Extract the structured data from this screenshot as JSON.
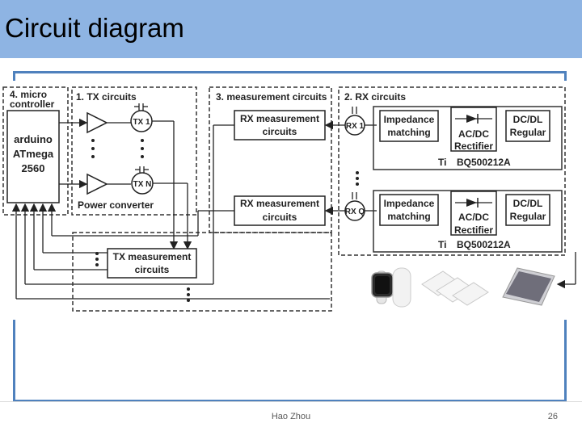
{
  "slide": {
    "title": "Circuit diagram",
    "author": "Hao Zhou",
    "page_number": "26",
    "accent_color": "#8EB4E3",
    "frame_color": "#4F81BD"
  },
  "diagram": {
    "micro": {
      "heading_1": "4. micro",
      "heading_2": "controller",
      "chip_1": "arduino",
      "chip_2": "ATmega",
      "chip_3": "2560"
    },
    "tx": {
      "heading": "1. TX circuits",
      "coil_1": "TX 1",
      "coil_n": "TX N",
      "power_converter": "Power converter"
    },
    "measurement": {
      "heading": "3. measurement circuits",
      "rx_meas_1a": "RX measurement",
      "rx_meas_1b": "circuits",
      "rx_meas_2a": "RX measurement",
      "rx_meas_2b": "circuits"
    },
    "tx_measurement": {
      "line1": "TX measurement",
      "line2": "circuits"
    },
    "rx": {
      "heading": "2. RX circuits",
      "coil_1": "RX 1",
      "coil_q": "RX Q",
      "impedance_1": "Impedance",
      "impedance_2": "matching",
      "acdc_1": "AC/DC",
      "acdc_2": "Rectifier",
      "dcdl_1": "DC/DL",
      "dcdl_2": "Regular",
      "ti_label": "Ti",
      "ti_part": "BQ500212A",
      "impedance_b1": "Impedance",
      "impedance_b2": "matching",
      "acdc_b1": "AC/DC",
      "acdc_b2": "Rectifier",
      "dcdl_b1": "DC/DL",
      "dcdl_b2": "Regular",
      "ti_label_b": "Ti",
      "ti_part_b": "BQ500212A"
    }
  }
}
